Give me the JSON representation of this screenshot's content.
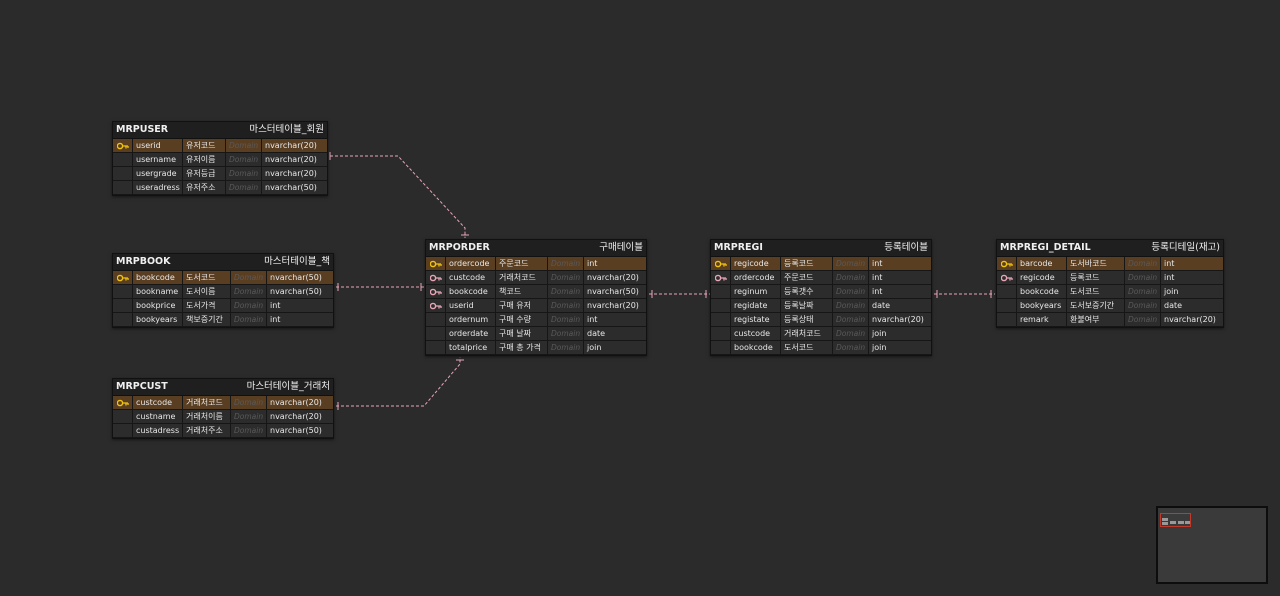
{
  "tables": [
    {
      "id": "mrpuser",
      "name": "MRPUSER",
      "comment": "마스터테이블_회원",
      "columns": [
        {
          "name": "userid",
          "comment": "유저코드",
          "domain": "Domain",
          "type": "nvarchar(20)",
          "key": "pk"
        },
        {
          "name": "username",
          "comment": "유저이름",
          "domain": "Domain",
          "type": "nvarchar(20)",
          "key": ""
        },
        {
          "name": "usergrade",
          "comment": "유저등급",
          "domain": "Domain",
          "type": "nvarchar(20)",
          "key": ""
        },
        {
          "name": "useradress",
          "comment": "유저주소",
          "domain": "Domain",
          "type": "nvarchar(50)",
          "key": ""
        }
      ]
    },
    {
      "id": "mrpbook",
      "name": "MRPBOOK",
      "comment": "마스터테이블_책",
      "columns": [
        {
          "name": "bookcode",
          "comment": "도서코드",
          "domain": "Domain",
          "type": "nvarchar(50)",
          "key": "pk"
        },
        {
          "name": "bookname",
          "comment": "도서이름",
          "domain": "Domain",
          "type": "nvarchar(50)",
          "key": ""
        },
        {
          "name": "bookprice",
          "comment": "도서가격",
          "domain": "Domain",
          "type": "int",
          "key": ""
        },
        {
          "name": "bookyears",
          "comment": "책보증기간",
          "domain": "Domain",
          "type": "int",
          "key": ""
        }
      ]
    },
    {
      "id": "mrpcust",
      "name": "MRPCUST",
      "comment": "마스터테이블_거래처",
      "columns": [
        {
          "name": "custcode",
          "comment": "거래처코드",
          "domain": "Domain",
          "type": "nvarchar(20)",
          "key": "pk"
        },
        {
          "name": "custname",
          "comment": "거래처이름",
          "domain": "Domain",
          "type": "nvarchar(20)",
          "key": ""
        },
        {
          "name": "custadress",
          "comment": "거래처주소",
          "domain": "Domain",
          "type": "nvarchar(50)",
          "key": ""
        }
      ]
    },
    {
      "id": "mrporder",
      "name": "MRPORDER",
      "comment": "구매테이블",
      "columns": [
        {
          "name": "ordercode",
          "comment": "주문코드",
          "domain": "Domain",
          "type": "int",
          "key": "pk"
        },
        {
          "name": "custcode",
          "comment": "거래처코드",
          "domain": "Domain",
          "type": "nvarchar(20)",
          "key": "fk"
        },
        {
          "name": "bookcode",
          "comment": "책코드",
          "domain": "Domain",
          "type": "nvarchar(50)",
          "key": "fk"
        },
        {
          "name": "userid",
          "comment": "구매 유저",
          "domain": "Domain",
          "type": "nvarchar(20)",
          "key": "fk"
        },
        {
          "name": "ordernum",
          "comment": "구매 수량",
          "domain": "Domain",
          "type": "int",
          "key": ""
        },
        {
          "name": "orderdate",
          "comment": "구매 날짜",
          "domain": "Domain",
          "type": "date",
          "key": ""
        },
        {
          "name": "totalprice",
          "comment": "구매 총 가격",
          "domain": "Domain",
          "type": "join",
          "key": ""
        }
      ]
    },
    {
      "id": "mrpregi",
      "name": "MRPREGI",
      "comment": "등록테이블",
      "columns": [
        {
          "name": "regicode",
          "comment": "등록코드",
          "domain": "Domain",
          "type": "int",
          "key": "pk"
        },
        {
          "name": "ordercode",
          "comment": "주문코드",
          "domain": "Domain",
          "type": "int",
          "key": "fk"
        },
        {
          "name": "reginum",
          "comment": "등록갯수",
          "domain": "Domain",
          "type": "int",
          "key": ""
        },
        {
          "name": "regidate",
          "comment": "등록날짜",
          "domain": "Domain",
          "type": "date",
          "key": ""
        },
        {
          "name": "registate",
          "comment": "등록상태",
          "domain": "Domain",
          "type": "nvarchar(20)",
          "key": ""
        },
        {
          "name": "custcode",
          "comment": "거래처코드",
          "domain": "Domain",
          "type": "join",
          "key": ""
        },
        {
          "name": "bookcode",
          "comment": "도서코드",
          "domain": "Domain",
          "type": "join",
          "key": ""
        }
      ]
    },
    {
      "id": "mrpregidetail",
      "name": "MRPREGI_DETAIL",
      "comment": "등록디테일(재고)",
      "columns": [
        {
          "name": "barcode",
          "comment": "도서바코드",
          "domain": "Domain",
          "type": "int",
          "key": "pk"
        },
        {
          "name": "regicode",
          "comment": "등록코드",
          "domain": "Domain",
          "type": "int",
          "key": "fk"
        },
        {
          "name": "bookcode",
          "comment": "도서코드",
          "domain": "Domain",
          "type": "join",
          "key": ""
        },
        {
          "name": "bookyears",
          "comment": "도서보증기간",
          "domain": "Domain",
          "type": "date",
          "key": ""
        },
        {
          "name": "remark",
          "comment": "환불여부",
          "domain": "Domain",
          "type": "nvarchar(20)",
          "key": ""
        }
      ]
    }
  ],
  "colors": {
    "background": "#2b2b2b",
    "pk_row": "#5a3e22",
    "relation_line": "#e8a6b8",
    "pk_key_icon": "#f1c40f",
    "fk_key_icon": "#e8a6b8"
  },
  "icons": {
    "pk": "primary-key-icon",
    "fk": "foreign-key-icon"
  },
  "minimap": {
    "label": ""
  }
}
